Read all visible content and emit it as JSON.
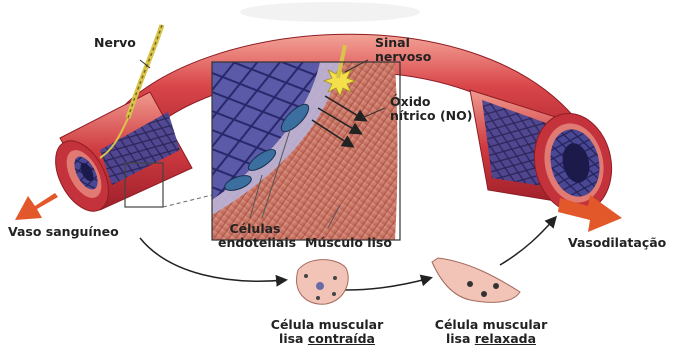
{
  "labels": {
    "nerve": "Nervo",
    "nerve_signal_line1": "Sinal",
    "nerve_signal_line2": "nervoso",
    "nitric_oxide_line1": "Óxido",
    "nitric_oxide_line2": "nítrico (NO)",
    "blood_vessel": "Vaso sanguíneo",
    "endothelial_line1": "Células",
    "endothelial_line2": "endoteliais",
    "smooth_muscle": "Músculo liso",
    "vasodilation": "Vasodilatação",
    "contracted_line1": "Célula muscular",
    "contracted_line2_prefix": "lisa ",
    "contracted_line2_state": "contraída",
    "relaxed_line1": "Célula muscular",
    "relaxed_line2_prefix": "lisa ",
    "relaxed_line2_state": "relaxada"
  },
  "colors": {
    "vessel_outer": "#c8333a",
    "vessel_highlight": "#f29a8f",
    "vessel_inner": "#3f3a86",
    "endothelium_mesh": "#2c2a66",
    "muscle": "#c97e6d",
    "nerve": "#d8c44a",
    "cell": "#f2c4b8",
    "arrow": "#222222",
    "flow_arrow": "#e2582a"
  }
}
